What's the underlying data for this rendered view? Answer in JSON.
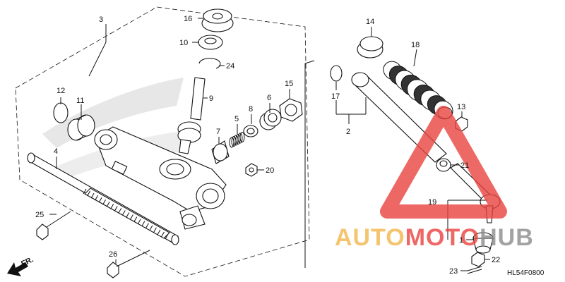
{
  "callouts": {
    "c1": "1",
    "c2": "2",
    "c3": "3",
    "c4": "4",
    "c5": "5",
    "c6": "6",
    "c7": "7",
    "c8": "8",
    "c9": "9",
    "c10": "10",
    "c11": "11",
    "c12": "12",
    "c13": "13",
    "c14": "14",
    "c15": "15",
    "c16": "16",
    "c17": "17",
    "c18": "18",
    "c19": "19",
    "c20": "20",
    "c21": "21",
    "c22": "22",
    "c23": "23",
    "c24": "24",
    "c25": "25",
    "c26": "26"
  },
  "diagram_code": "HL54F0800",
  "front_indicator": "FR.",
  "watermark": {
    "text_part1": "AUTO",
    "text_part2": "MOTO",
    "text_part3": "HUB",
    "colors": {
      "orange": "#f2b64c",
      "red": "#e9433f",
      "gray": "#8c8c8c"
    }
  }
}
